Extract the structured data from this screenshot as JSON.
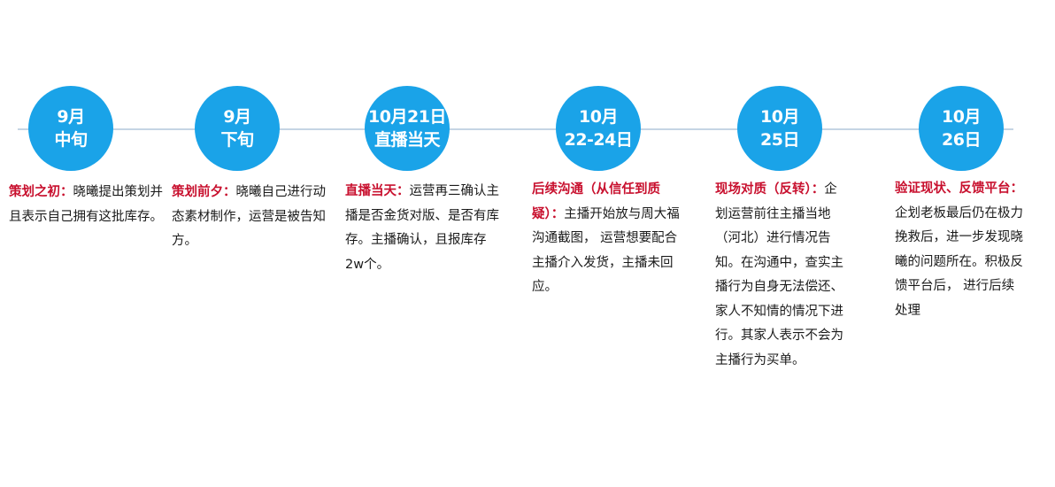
{
  "events": [
    {
      "date": [
        "9月",
        "中旬"
      ],
      "title": "策划之初：",
      "text": "晓曦提出策划并且表示自己拥有这批库存。"
    },
    {
      "date": [
        "9月",
        "下旬"
      ],
      "title": "策划前夕：",
      "text": "晓曦自己进行动态素材制作，运营是被告知方。"
    },
    {
      "date": [
        "10月21日",
        "直播当天"
      ],
      "title": "直播当天：",
      "text": "运营再三确认主播是否金货对版、是否有库存。主播确认，且报库存2w个。"
    },
    {
      "date": [
        "10月",
        "22-24日"
      ],
      "title": "后续沟通（从信任到质疑）：",
      "text": "主播开始放与周大福沟通截图， 运营想要配合主播介入发货，主播未回应。"
    },
    {
      "date": [
        "10月",
        "25日"
      ],
      "title": "现场对质（反转）：",
      "text": "企划运营前往主播当地（河北）进行情况告知。在沟通中，查实主播行为自身无法偿还、家人不知情的情况下进行。其家人表示不会为主播行为买单。"
    },
    {
      "date": [
        "10月",
        "26日"
      ],
      "title": "验证现状、反馈平台：",
      "text": "企划老板最后仍在极力挽救后，进一步发现晓曦的问题所在。积极反馈平台后， 进行后续处理"
    }
  ]
}
